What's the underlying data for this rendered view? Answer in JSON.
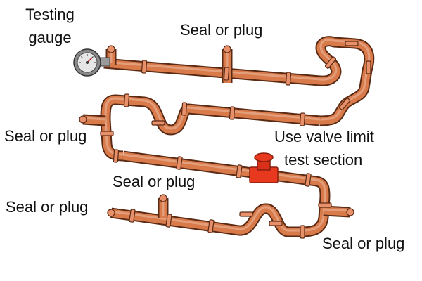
{
  "labels": {
    "gauge_line1": "Testing",
    "gauge_line2": "gauge",
    "seal_top": "Seal or plug",
    "seal_left_mid": "Seal or plug",
    "seal_center": "Seal or plug",
    "seal_left_bottom": "Seal or plug",
    "seal_right_bottom": "Seal or plug",
    "valve_line1": "Use valve limit",
    "valve_line2": "test section"
  },
  "colors": {
    "pipe_fill": "#D97A4A",
    "pipe_outline": "#5A2A14",
    "joint_fill": "#E8906A",
    "valve_red": "#E8391F",
    "gauge_face": "#E6E6E6",
    "gauge_rim": "#555555",
    "text": "#111111"
  },
  "icons": {
    "gauge": "pressure-gauge-icon",
    "valve": "valve-icon"
  }
}
